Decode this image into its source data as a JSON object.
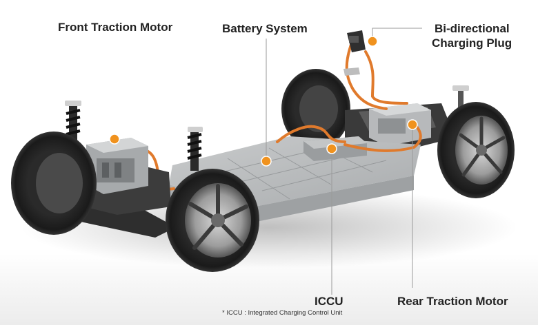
{
  "labels": {
    "front_motor": "Front Traction Motor",
    "battery": "Battery System",
    "plug_line1": "Bi-directional",
    "plug_line2": "Charging Plug",
    "iccu": "ICCU",
    "rear_motor": "Rear Traction Motor"
  },
  "footnote": "* ICCU : Integrated Charging Control Unit",
  "colors": {
    "callout_dot": "#f0921e",
    "leader_line": "#9a9a9a",
    "hv_cable": "#e07a2c",
    "label_text": "#222222"
  }
}
